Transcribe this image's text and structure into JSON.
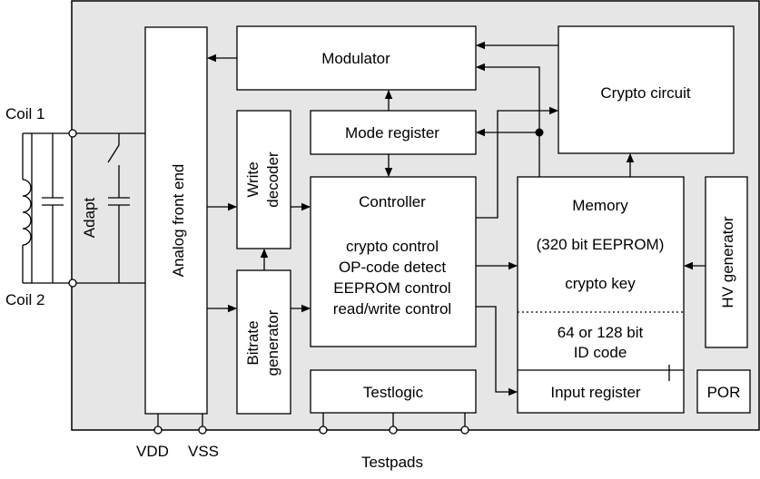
{
  "labels": {
    "coil1": "Coil 1",
    "coil2": "Coil 2",
    "adapt": "Adapt",
    "analog_front_end": "Analog front end",
    "write_decoder_1": "Write",
    "write_decoder_2": "decoder",
    "bitrate_generator_1": "Bitrate",
    "bitrate_generator_2": "generator",
    "modulator": "Modulator",
    "mode_register": "Mode register",
    "controller": "Controller",
    "controller_lines": [
      "crypto control",
      "OP-code detect",
      "EEPROM control",
      "read/write control"
    ],
    "crypto_circuit": "Crypto circuit",
    "memory": "Memory",
    "memory_size": "(320 bit EEPROM)",
    "crypto_key": "crypto key",
    "id_code_1": "64 or 128 bit",
    "id_code_2": "ID code",
    "input_register": "Input register",
    "hv_generator": "HV generator",
    "por": "POR",
    "testlogic": "Testlogic",
    "vdd": "VDD",
    "vss": "VSS",
    "testpads": "Testpads"
  },
  "colors": {
    "chip_background": "#e6e6e6",
    "block_fill": "#ffffff",
    "line": "#000000"
  }
}
